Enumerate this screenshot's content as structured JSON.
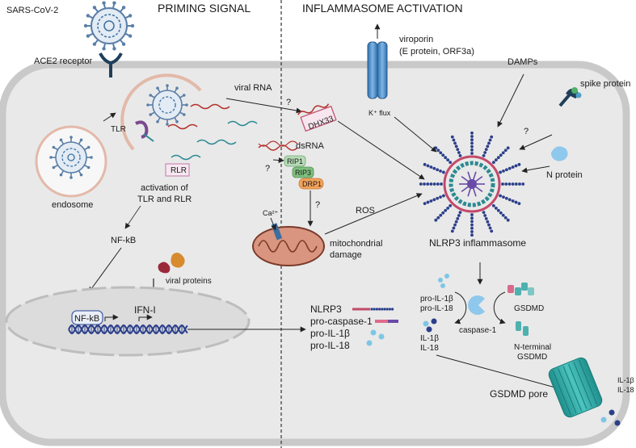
{
  "sections": {
    "priming_title": "PRIMING SIGNAL",
    "activation_title": "INFLAMMASOME ACTIVATION"
  },
  "virus": {
    "name": "SARS-CoV-2",
    "receptor": "ACE2 receptor"
  },
  "endosome": {
    "label": "endosome",
    "tlr": "TLR",
    "rlr": "RLR",
    "activation_line1": "activation of",
    "activation_line2": "TLR and RLR",
    "viral_rna": "viral RNA",
    "question": "?"
  },
  "nfkb": {
    "label": "NF-kB",
    "box_label": "NF-kB",
    "ifn": "IFN-I",
    "viral_proteins": "viral proteins"
  },
  "activation": {
    "dhx33": "DHX33",
    "dsrna": "dsRNA",
    "rip1": "RIP1",
    "rip3": "RIP3",
    "drp1": "DRP1",
    "calcium": "Ca²⁺",
    "ros": "ROS",
    "mito_line1": "mitochondrial",
    "mito_line2": "damage",
    "viroporin_line1": "viroporin",
    "viroporin_line2": "(E protein, ORF3a)",
    "kflux": "K⁺ flux",
    "damps": "DAMPs",
    "spike": "spike protein",
    "nprotein": "N protein",
    "inflammasome": "NLRP3 inflammasome"
  },
  "expression": {
    "items": [
      "NLRP3",
      "pro-caspase-1",
      "pro-IL-1β",
      "pro-IL-18"
    ]
  },
  "cleavage": {
    "pro_il1b": "pro-IL-1β",
    "pro_il18": "pro-IL-18",
    "caspase": "caspase-1",
    "gsdmd": "GSDMD",
    "il1b": "IL-1β",
    "il18": "IL-18",
    "nterm_line1": "N-terminal",
    "nterm_line2": "GSDMD",
    "pore": "GSDMD pore",
    "out_il1b": "IL-1β",
    "out_il18": "IL-18"
  },
  "colors": {
    "cell_fill": "#ececec",
    "cell_border": "#c7c7c7",
    "nucleus_fill": "#dedede",
    "virus_blue": "#5a7fa8",
    "rna_red": "#b5302c",
    "rna_teal": "#2c8a92",
    "dna_blue": "#2b3f8a",
    "pore_teal": "#2aa3a0",
    "mito_fill": "#c9826f",
    "rip_green": "#8fc48f",
    "drp1_orange": "#f2a25a",
    "rlr_pink": "#d9a5c6"
  }
}
